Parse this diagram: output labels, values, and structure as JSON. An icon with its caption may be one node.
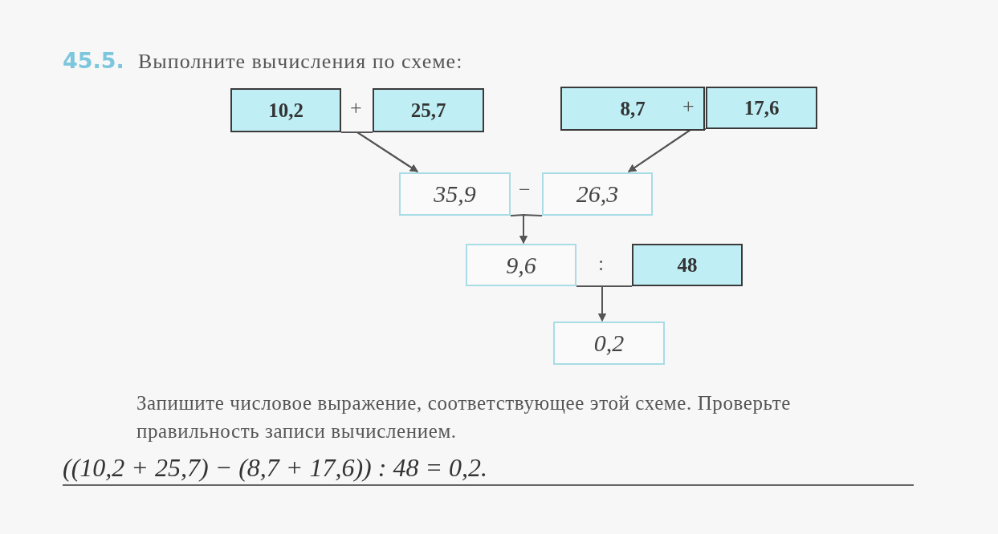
{
  "diagram": {
    "title": "Выполните вычисления по схеме:",
    "nodes": [
      {
        "text": [
          "10,2"
        ]
      },
      {
        "text": [
          "25,7"
        ]
      },
      {
        "text": [
          "8,7"
        ]
      },
      {
        "text": [
          "17,6"
        ]
      },
      {
        "text": [
          "35,9"
        ]
      },
      {
        "text": [
          "26,3"
        ]
      },
      {
        "text": [
          "9,6"
        ]
      },
      {
        "text": [
          "48"
        ]
      },
      {
        "text": [
          "0,2"
        ]
      }
    ],
    "edges": [
      {
        "from": 0,
        "to": 4,
        "arrow": "to"
      },
      {
        "from": 1,
        "to": 4,
        "arrow": "to"
      },
      {
        "from": 2,
        "to": 5,
        "arrow": "to"
      },
      {
        "from": 3,
        "to": 5,
        "arrow": "to"
      },
      {
        "from": 4,
        "to": 6,
        "arrow": "to"
      },
      {
        "from": 5,
        "to": 6,
        "arrow": "to"
      },
      {
        "from": 6,
        "to": 8,
        "arrow": "to"
      },
      {
        "from": 7,
        "to": 8,
        "arrow": "to"
      }
    ],
    "labels": [
      "45.5.",
      "+",
      "+",
      "−",
      ":",
      "Запишите числовое выражение, соответствующее этой схеме. Проверьте правильность записи вычислением.",
      "((10,2 + 25,7) − (8,7 + 17,6)) : 48 = 0,2."
    ]
  }
}
